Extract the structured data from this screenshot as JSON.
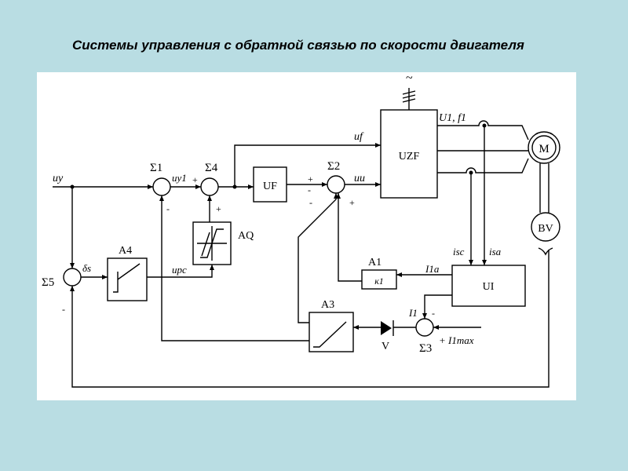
{
  "title": "Системы управления с обратной связью по скорости двигателя",
  "blocks": {
    "uzf": "UZF",
    "uf": "UF",
    "motor": "M",
    "bv": "BV",
    "ui": "UI",
    "aq": "AQ",
    "a1": "A1",
    "a1_gain": "к1",
    "a3": "A3",
    "a4": "A4",
    "diode": "V"
  },
  "signals": {
    "supply": "~",
    "u1f1": "U1, f1",
    "uf": "uf",
    "uy": "uy",
    "uy1": "uy1",
    "uu": "uu",
    "isc": "isc",
    "isa": "isa",
    "i1a": "I1a",
    "i1": "I1",
    "i1max": "+ I1max",
    "upc": "upc",
    "delta_s": "δs"
  },
  "summers": {
    "s1": "Σ1",
    "s2": "Σ2",
    "s3": "Σ3",
    "s4": "Σ4",
    "s5": "Σ5"
  },
  "signs": {
    "plus": "+",
    "minus": "-"
  }
}
